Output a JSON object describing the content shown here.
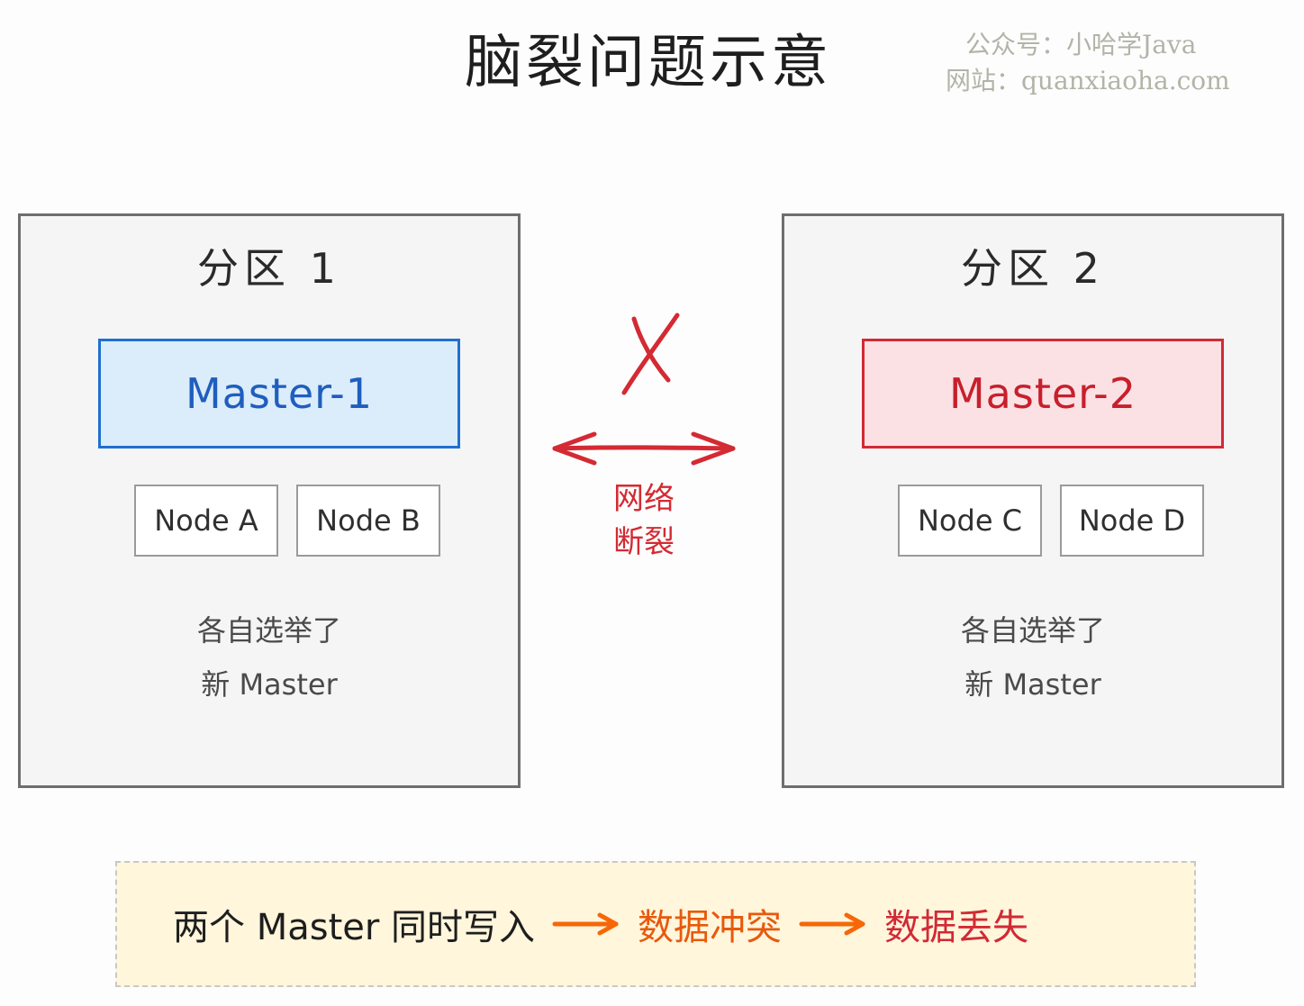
{
  "title": "脑裂问题示意",
  "watermark": {
    "line1": "公众号：小哈学Java",
    "line2": "网站：quanxiaoha.com"
  },
  "partitions": [
    {
      "title": "分区 1",
      "master": "Master-1",
      "nodes": [
        "Node A",
        "Node B"
      ],
      "elect_line1": "各自选举了",
      "elect_line2": "新 Master",
      "master_color": "#1f70d0"
    },
    {
      "title": "分区 2",
      "master": "Master-2",
      "nodes": [
        "Node C",
        "Node D"
      ],
      "elect_line1": "各自选举了",
      "elect_line2": "新 Master",
      "master_color": "#d22a35"
    }
  ],
  "network": {
    "break_mark": "X",
    "label_line1": "网络",
    "label_line2": "断裂",
    "color": "#d42a33"
  },
  "summary": {
    "cause": "两个 Master 同时写入",
    "result1": "数据冲突",
    "result2": "数据丢失",
    "arrow_color": "#f76707"
  }
}
